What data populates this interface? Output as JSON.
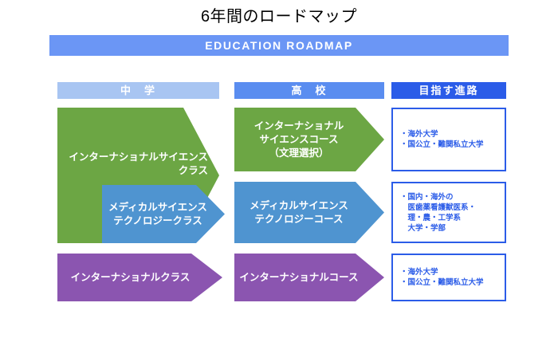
{
  "slide": {
    "title": "6年間のロードマップ",
    "banner_text": "EDUCATION ROADMAP",
    "colors": {
      "banner": "#6B96F5",
      "header_junior_high": "#A8C5F2",
      "header_high_school": "#5A8DF0",
      "header_pathway": "#2B5CE8",
      "green": "#6CA644",
      "blue": "#4F94D0",
      "purple": "#8B55B0",
      "outcome_border": "#2B5CE8",
      "outcome_text": "#2B5CE8"
    }
  },
  "columns": {
    "junior_high": {
      "header": "中　学"
    },
    "high_school": {
      "header": "高　校"
    },
    "pathway": {
      "header": "目指す進路"
    }
  },
  "rows": [
    {
      "id": "international-science",
      "junior_high_class": "インターナショナルサイエンス\nクラス",
      "high_school_course": "インターナショナル\nサイエンスコース\n（文理選択）",
      "pathway": "・海外大学\n・国公立・難関私立大学"
    },
    {
      "id": "medical-science-technology",
      "junior_high_class": "メディカルサイエンス\nテクノロジークラス",
      "high_school_course": "メディカルサイエンス\nテクノロジーコース",
      "pathway": "・国内・海外の\n　医歯薬看護獣医系・\n　理・農・工学系\n　大学・学部"
    },
    {
      "id": "international",
      "junior_high_class": "インターナショナルクラス",
      "high_school_course": "インターナショナルコース",
      "pathway": "・海外大学\n・国公立・難関私立大学"
    }
  ]
}
